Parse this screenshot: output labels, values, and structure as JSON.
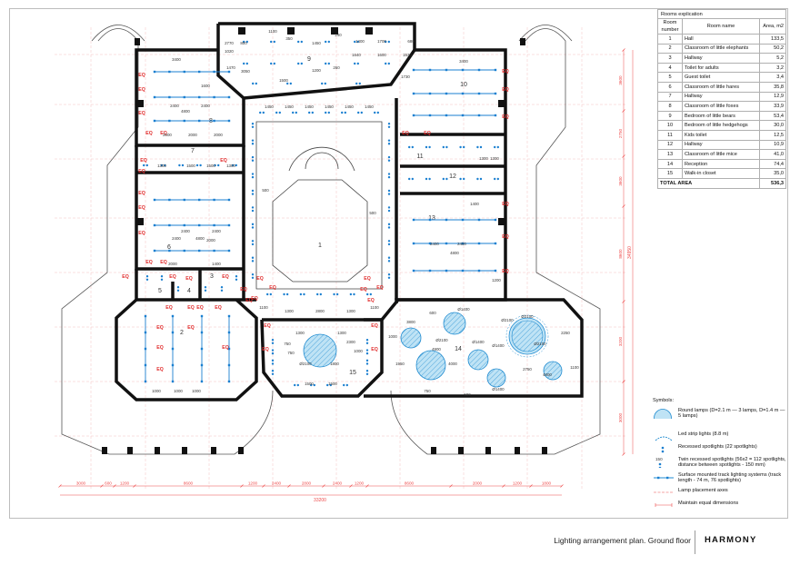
{
  "rooms_table": {
    "caption": "Rooms explication",
    "headers": [
      "Room number",
      "Room name",
      "Area, m2"
    ],
    "rows": [
      [
        "1",
        "Hall",
        "133,5"
      ],
      [
        "2",
        "Classroom of little elephants",
        "50,2"
      ],
      [
        "3",
        "Hallway",
        "5,2"
      ],
      [
        "4",
        "Toilet for adults",
        "3,2"
      ],
      [
        "5",
        "Guest toilet",
        "3,4"
      ],
      [
        "6",
        "Classroom of little hares",
        "35,8"
      ],
      [
        "7",
        "Hallway",
        "12,9"
      ],
      [
        "8",
        "Classroom of little foxes",
        "33,9"
      ],
      [
        "9",
        "Bedroom of little bears",
        "53,4"
      ],
      [
        "10",
        "Bedroom of little hedgehogs",
        "30,0"
      ],
      [
        "11",
        "Kids toilet",
        "12,5"
      ],
      [
        "12",
        "Hallway",
        "10,9"
      ],
      [
        "13",
        "Classroom of little mice",
        "41,0"
      ],
      [
        "14",
        "Reception",
        "74,4"
      ],
      [
        "15",
        "Walk-in closet",
        "35,0"
      ]
    ],
    "total_label": "TOTAL AREA",
    "total_value": "536,3"
  },
  "legend": {
    "title": "Symbols:",
    "items": [
      {
        "text": "Round lamps (D=2.1 m — 3 lamps, D=1.4 m — 5 lamps)",
        "icon": "round-lamp-icon"
      },
      {
        "text": "Led strip lights (8.8 m)",
        "icon": "led-strip-icon"
      },
      {
        "text": "Recessed spotlights (22 spotlights)",
        "icon": "recessed-spotlight-icon"
      },
      {
        "text": "Twin recessed spotlights (56x2 = 112 spotlights, distance between spotlights - 150 mm)",
        "icon": "twin-spotlight-icon",
        "dim": "150"
      },
      {
        "text": "Surface mounted track lighting systems (track length - 74 m, 76 spotlights)",
        "icon": "track-light-icon"
      },
      {
        "text": "Lamp placement axes",
        "icon": "axis-line-icon"
      },
      {
        "text": "Maintain equal dimensions",
        "icon": "eq-mark-icon"
      }
    ]
  },
  "plan": {
    "room_numbers": [
      "1",
      "2",
      "3",
      "4",
      "5",
      "6",
      "7",
      "8",
      "9",
      "10",
      "11",
      "12",
      "13",
      "14",
      "15"
    ],
    "eq_label": "EQ",
    "bottom_dims": [
      "3000",
      "600",
      "1200",
      "8600",
      "1200",
      "2400",
      "2800",
      "2400",
      "1200",
      "8600",
      "2000",
      "1200",
      "1800"
    ],
    "overall_width": "33200",
    "right_dims": [
      "3600",
      "2750",
      "3600",
      "8600",
      "3200",
      "3000"
    ],
    "overall_height": "34950",
    "top_dims": [
      "3400",
      "3400",
      "2770",
      "800",
      "1100",
      "350",
      "1450",
      "240",
      "1400",
      "1700",
      "680",
      "1020",
      "1470",
      "3050",
      "1500",
      "1200",
      "260",
      "1640",
      "1600",
      "1530",
      "1730"
    ],
    "hall_dims": [
      "1450",
      "1450",
      "1450",
      "1450",
      "1450",
      "1450",
      "500",
      "500",
      "1300",
      "2800",
      "1300",
      "1100",
      "1100"
    ],
    "reception_dims": [
      "Ø2100",
      "Ø1400",
      "Ø2100",
      "Ø1400",
      "Ø1400",
      "Ø1400",
      "Ø2100",
      "Ø2100",
      "3800",
      "4900",
      "4000",
      "4800",
      "1950",
      "750",
      "2250",
      "1100",
      "2750",
      "1000",
      "500",
      "600"
    ],
    "closet_dims": [
      "Ø2100",
      "2300",
      "1000",
      "1500",
      "1500",
      "750",
      "750",
      "1800",
      "1300",
      "1300"
    ],
    "class_dims": [
      "2400",
      "2400",
      "4800",
      "2000",
      "2000",
      "2000",
      "1600",
      "1300",
      "1500",
      "1500",
      "1300",
      "2400",
      "2400",
      "2400",
      "4800",
      "2000",
      "2000",
      "1000",
      "1000",
      "1000",
      "4800",
      "2400",
      "2400",
      "1200",
      "1300",
      "1400",
      "1300",
      "1400"
    ]
  },
  "colors": {
    "wall": "#111111",
    "axis": "#ee4a4a",
    "lamp_fill": "#bfe3f5",
    "lamp_stroke": "#1f8bd0",
    "spot": "#1a7fd0",
    "eq": "#e12d2d"
  },
  "footer": {
    "caption": "Lighting arrangement plan. Ground floor",
    "brand": "HARMONY"
  }
}
